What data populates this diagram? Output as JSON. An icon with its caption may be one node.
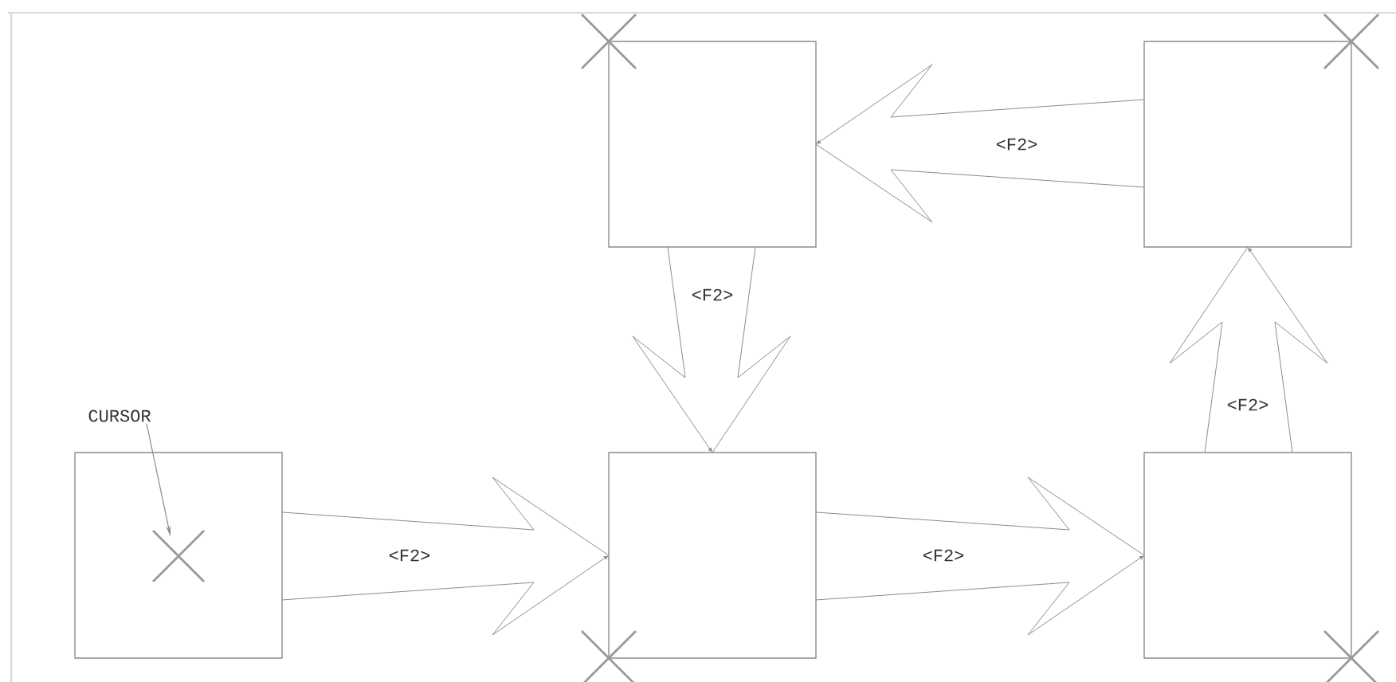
{
  "diagram": {
    "nodes": [
      {
        "text": [],
        "shape": "box"
      },
      {
        "text": [],
        "shape": "box"
      },
      {
        "text": [
          "CURSOR"
        ]
      },
      {
        "text": [],
        "shape": "box"
      },
      {
        "text": [],
        "shape": "cross",
        "in": 3
      },
      {
        "text": [],
        "shape": "box"
      },
      {
        "text": [],
        "shape": "box"
      }
    ],
    "edges": [
      {
        "from": 3,
        "to": 5,
        "arrow": "to",
        "label": "<F2>"
      },
      {
        "from": 5,
        "to": 6,
        "arrow": "to",
        "label": "<F2>"
      },
      {
        "from": 6,
        "to": 1,
        "arrow": "to",
        "label": "<F2>"
      },
      {
        "from": 1,
        "to": 0,
        "arrow": "to",
        "label": "<F2>"
      },
      {
        "from": 0,
        "to": 5,
        "arrow": "to",
        "label": "<F2>"
      },
      {
        "from": 2,
        "to": 4,
        "arrow": "to"
      }
    ]
  }
}
